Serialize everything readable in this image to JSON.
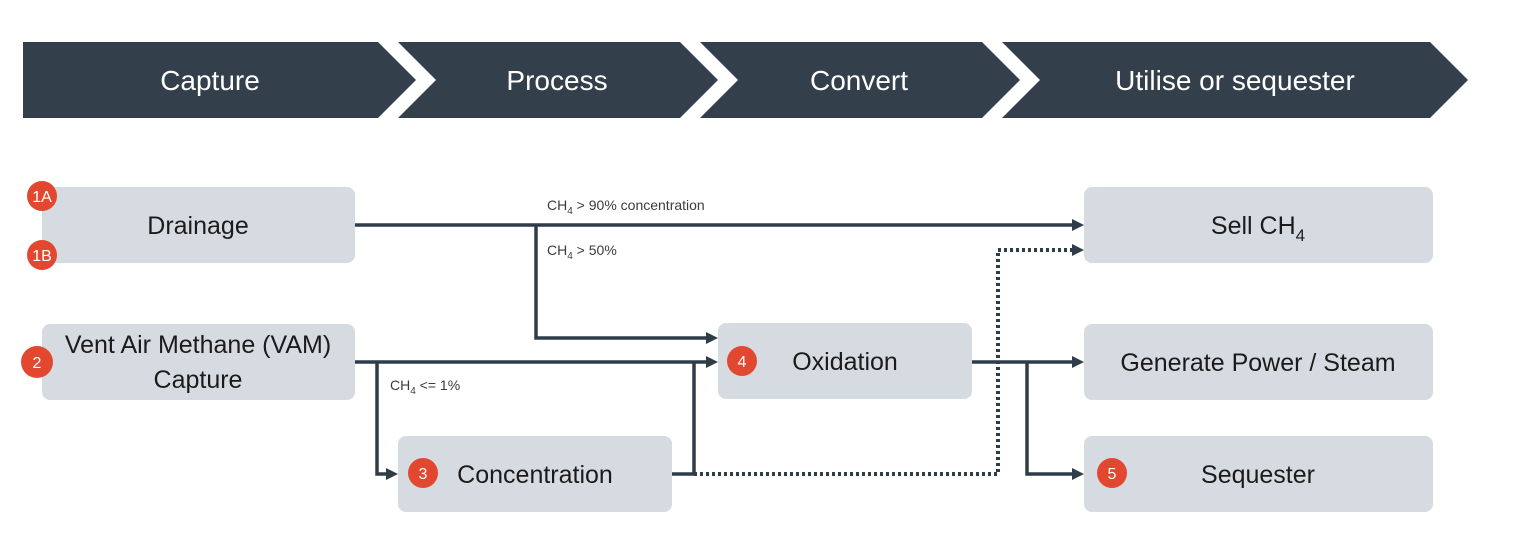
{
  "stages": [
    {
      "id": "capture",
      "label": "Capture"
    },
    {
      "id": "process",
      "label": "Process"
    },
    {
      "id": "convert",
      "label": "Convert"
    },
    {
      "id": "utilise",
      "label": "Utilise or sequester"
    }
  ],
  "nodes": {
    "drainage": {
      "label": "Drainage",
      "badges": [
        "1A",
        "1B"
      ]
    },
    "vam": {
      "label_line1": "Vent Air Methane (VAM)",
      "label_line2": "Capture",
      "badge": "2"
    },
    "concentration": {
      "label": "Concentration",
      "badge": "3"
    },
    "oxidation": {
      "label": "Oxidation",
      "badge": "4"
    },
    "sell": {
      "label": "Sell CH",
      "label_sub": "4"
    },
    "power": {
      "label": "Generate Power / Steam"
    },
    "sequester": {
      "label": "Sequester",
      "badge": "5"
    }
  },
  "edge_labels": {
    "high": {
      "prefix": "CH",
      "sub": "4",
      "suffix": " > 90% concentration"
    },
    "mid": {
      "prefix": "CH",
      "sub": "4",
      "suffix": " > 50%"
    },
    "low": {
      "prefix": "CH",
      "sub": "4",
      "suffix": " <= 1%"
    }
  },
  "colors": {
    "banner": "#333f4a",
    "box": "#d6dbe1",
    "badge": "#e2482f",
    "line": "#2f3d48"
  }
}
